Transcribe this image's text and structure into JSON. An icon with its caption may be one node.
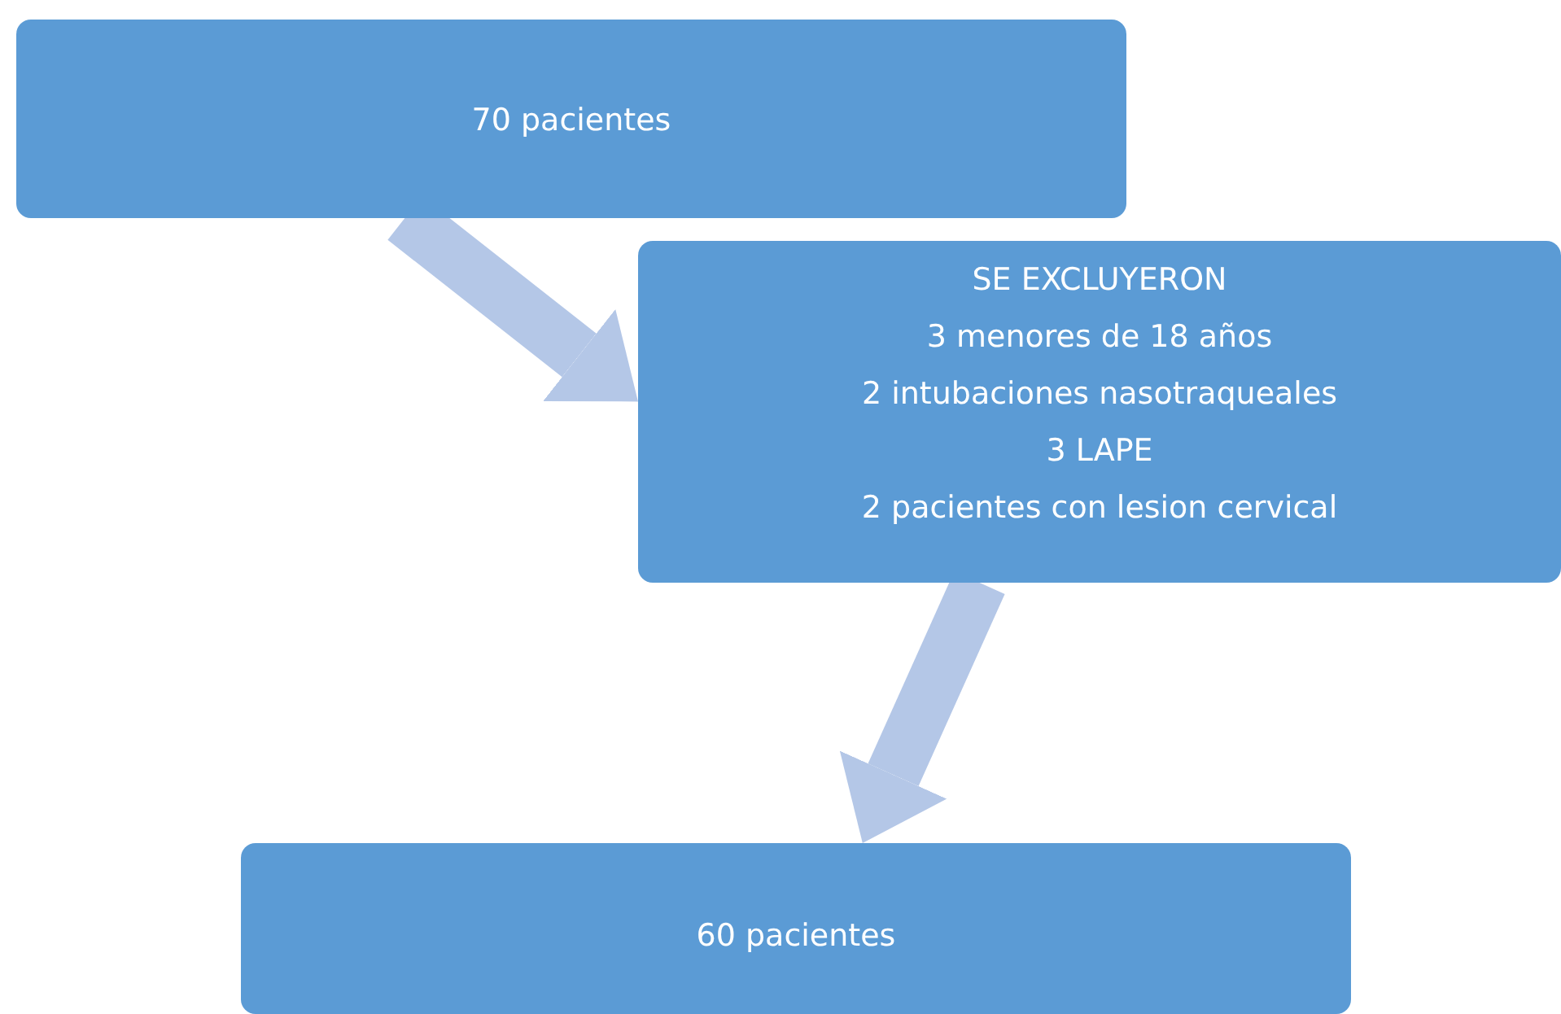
{
  "diagram": {
    "nodes": [
      {
        "text": [
          "70 pacientes"
        ]
      },
      {
        "text": [
          "SE EXCLUYERON",
          "3 menores de 18 años",
          "2 intubaciones nasotraqueales",
          "3 LAPE",
          "2 pacientes con lesion cervical"
        ]
      },
      {
        "text": [
          "60 pacientes"
        ]
      }
    ],
    "edges": [
      {
        "from": 0,
        "to": 1,
        "arrow": "to"
      },
      {
        "from": 1,
        "to": 2,
        "arrow": "to"
      }
    ]
  }
}
